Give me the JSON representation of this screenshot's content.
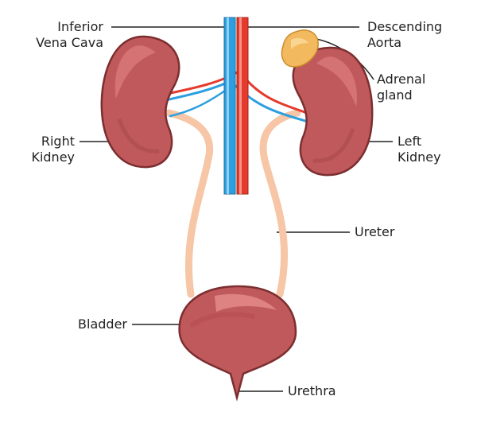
{
  "diagram": {
    "labels": {
      "inferior_vena_cava": [
        "Inferior",
        "Vena Cava"
      ],
      "descending_aorta": [
        "Descending",
        "Aorta"
      ],
      "adrenal_gland": [
        "Adrenal",
        "gland"
      ],
      "right_kidney": [
        "Right",
        "Kidney"
      ],
      "left_kidney": [
        "Left",
        "Kidney"
      ],
      "ureter": "Ureter",
      "bladder": "Bladder",
      "urethra": "Urethra"
    },
    "colors": {
      "kidney": "#c0595b",
      "kidney_outline": "#7c2e30",
      "kidney_highlight": "#d9787a",
      "ureter": "#f6c6a6",
      "vein": "#2d9fe0",
      "artery": "#e53a2c",
      "adrenal": "#f2b95e",
      "bladder": "#c0595b",
      "leader_line": "#222222"
    }
  }
}
